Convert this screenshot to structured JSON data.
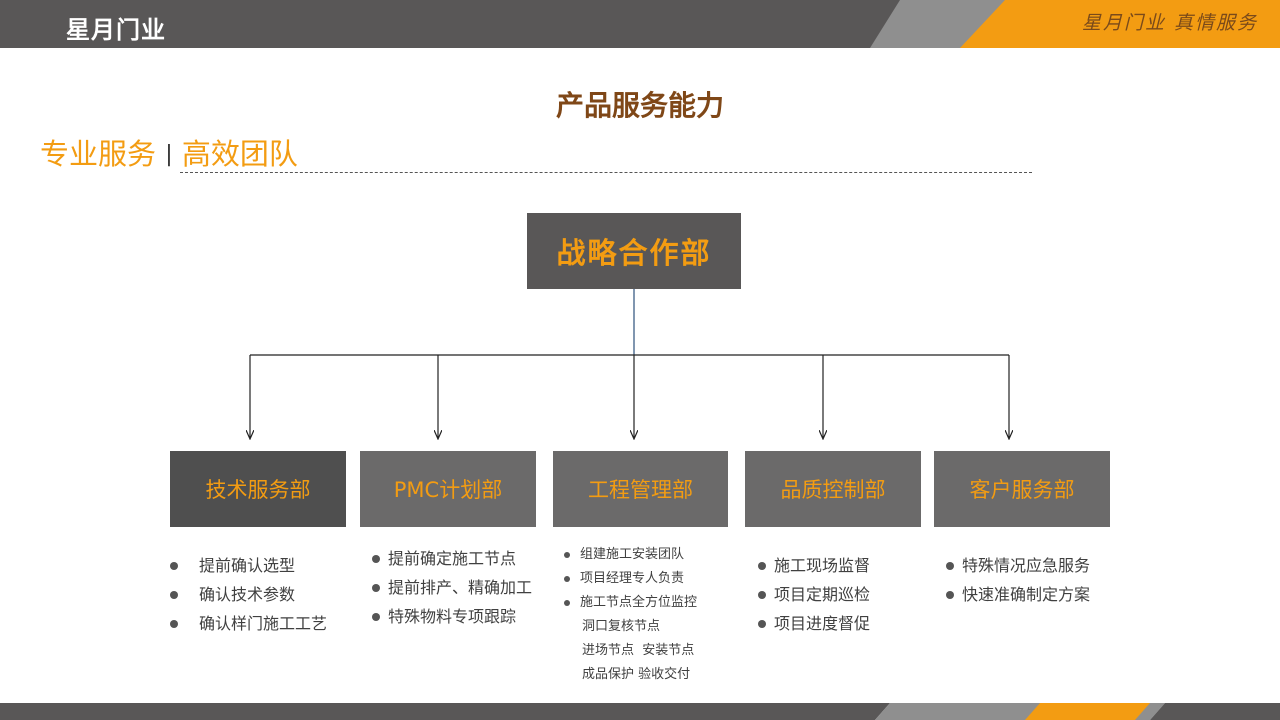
{
  "header": {
    "logo_text": "星月门业",
    "signature_text": "星月门业 真情服务"
  },
  "colors": {
    "dark_gray": "#595757",
    "accent_orange": "#f39c12",
    "title_brown": "#7f4717",
    "text_gray": "#404040"
  },
  "page": {
    "title": "产品服务能力",
    "subtitle_left": "专业服务",
    "subtitle_separator": "|",
    "subtitle_right": "高效团队"
  },
  "root": {
    "label": "战略合作部"
  },
  "departments": [
    {
      "label": "技术服务部",
      "items": [
        "提前确认选型",
        "确认技术参数",
        "确认样门施工工艺"
      ]
    },
    {
      "label": "PMC计划部",
      "items": [
        "提前确定施工节点",
        "提前排产、精确加工",
        "特殊物料专项跟踪"
      ]
    },
    {
      "label": "工程管理部",
      "items": [
        "组建施工安装团队",
        "项目经理专人负责",
        "施工节点全方位监控"
      ],
      "sub_items": [
        "洞口复核节点",
        "进场节点  安装节点",
        "成品保护 验收交付"
      ]
    },
    {
      "label": "品质控制部",
      "items": [
        "施工现场监督",
        "项目定期巡检",
        "项目进度督促"
      ]
    },
    {
      "label": "客户服务部",
      "items": [
        "特殊情况应急服务",
        "快速准确制定方案"
      ]
    }
  ]
}
